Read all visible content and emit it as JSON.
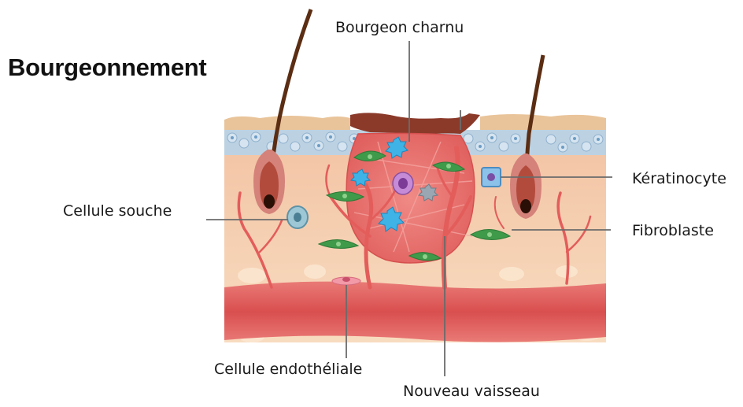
{
  "title": "Bourgeonnement",
  "labels": {
    "bourgeon": "Bourgeon charnu",
    "keratinocyte": "Kératinocyte",
    "cellule_souche": "Cellule souche",
    "fibroblaste": "Fibroblaste",
    "endotheliale": "Cellule endothéliale",
    "vaisseau": "Nouveau vaisseau"
  },
  "colors": {
    "epidermis_top": "#e9c49a",
    "basal_layer": "#b9cfe0",
    "dermis": "#f6cfae",
    "granulation": "#e86a6a",
    "vessel": "#e05a5a",
    "hair": "#5b2d12",
    "fibroblast": "#3f9a4a",
    "stem_cell": "#8fb7c7",
    "keratinocyte": "#7fb6e6",
    "leader_line": "#6b6b6b"
  }
}
